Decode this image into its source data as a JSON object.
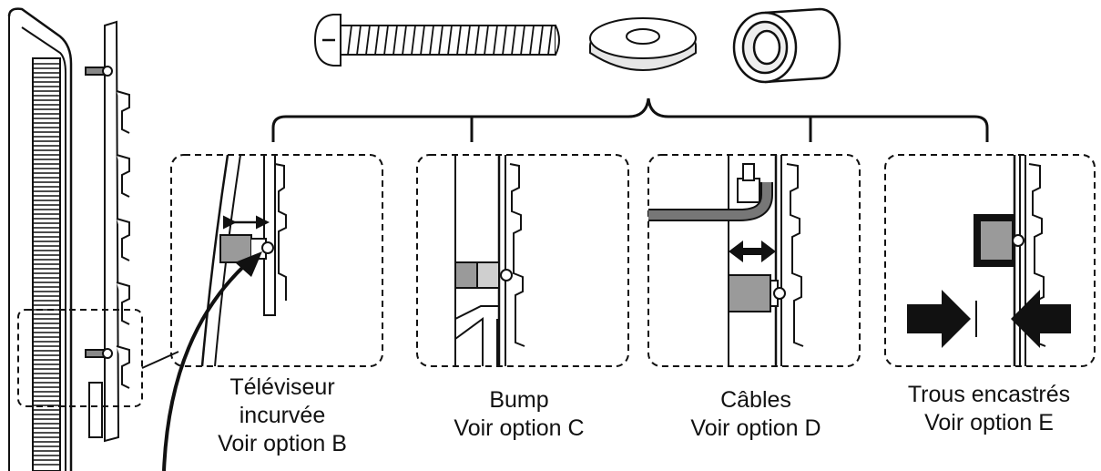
{
  "options": [
    {
      "id": "B",
      "lines": [
        "Téléviseur",
        "incurvée",
        "Voir option B"
      ]
    },
    {
      "id": "C",
      "lines": [
        "Bump",
        "Voir option C"
      ]
    },
    {
      "id": "D",
      "lines": [
        "Câbles",
        "Voir option D"
      ]
    },
    {
      "id": "E",
      "lines": [
        "Trous encastrés",
        "Voir option E"
      ]
    }
  ],
  "colors": {
    "ink": "#111111",
    "spacer_fill": "#9a9a9a",
    "cable_fill": "#777777",
    "background": "#ffffff"
  },
  "hardware": [
    "screw-icon",
    "washer-icon",
    "spacer-icon"
  ]
}
